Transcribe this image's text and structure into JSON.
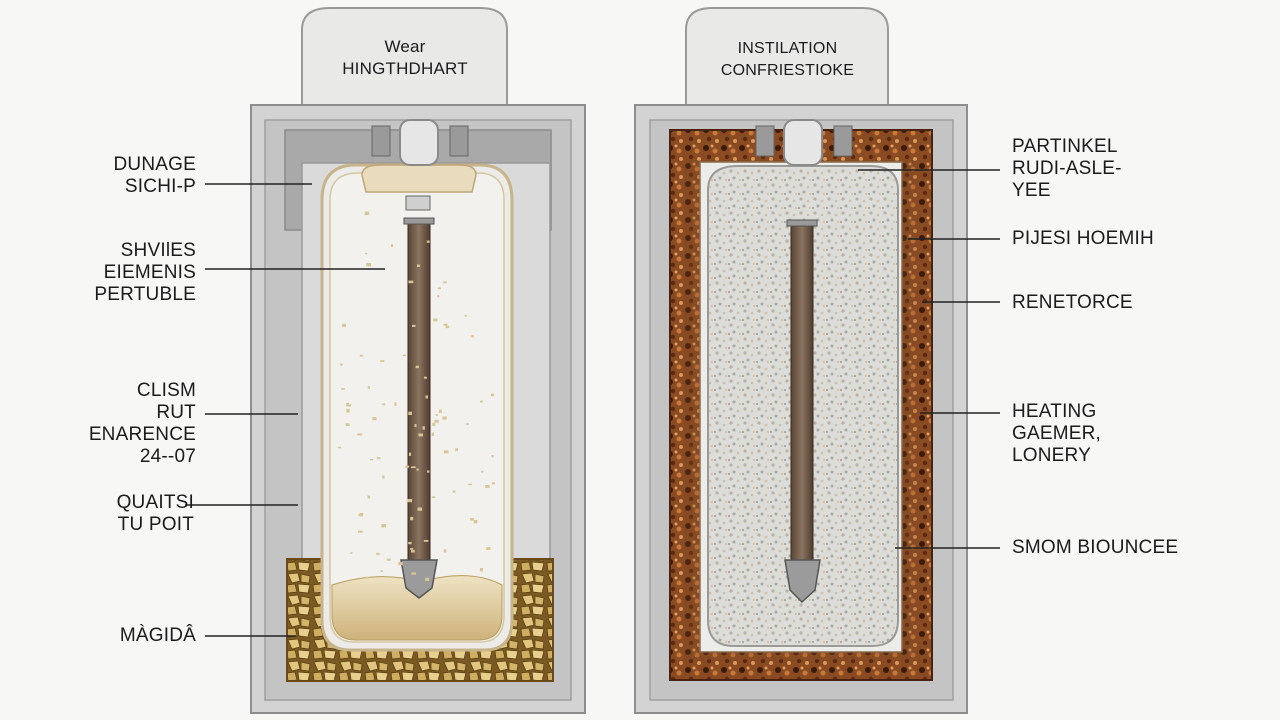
{
  "colors": {
    "background": "#f7f7f5",
    "frame": "#c9c9c9",
    "frame_dark": "#8c8c8c",
    "vessel_fill": "#e4e4e2",
    "rod": "#6e5a48",
    "sediment": "#d7c08e",
    "rubble": "#c9a860",
    "insulation": "#7a3a1a",
    "granular": "#d8d8d4"
  },
  "left_unit": {
    "header": [
      "Wear",
      "HINGTHDHART"
    ],
    "labels": {
      "dunage": [
        "DUNAGE",
        "SICHI-P"
      ],
      "shviles": [
        "SHVIlES",
        "EIEMENIS",
        "PERTUBLE"
      ],
      "clism": [
        "CLISM",
        "RUT",
        "ENARENCE",
        "24--07"
      ],
      "quaitsi": [
        "QUAITSI",
        "TU POIT"
      ],
      "magida": "MÀGIDÂ"
    }
  },
  "right_unit": {
    "header": [
      "INSTILATION",
      "CONFRIESTIOKE"
    ],
    "labels": {
      "partinkel": [
        "PARTINKEL",
        "RUDI-ASLE-",
        "YEE"
      ],
      "plesi": "PIJESI HOEMIH",
      "renetorce": "RENETORCE",
      "heating": [
        "HEATING",
        "GAEMER,",
        "LONERY"
      ],
      "smom": "SMOM BIOUNCEE"
    }
  }
}
